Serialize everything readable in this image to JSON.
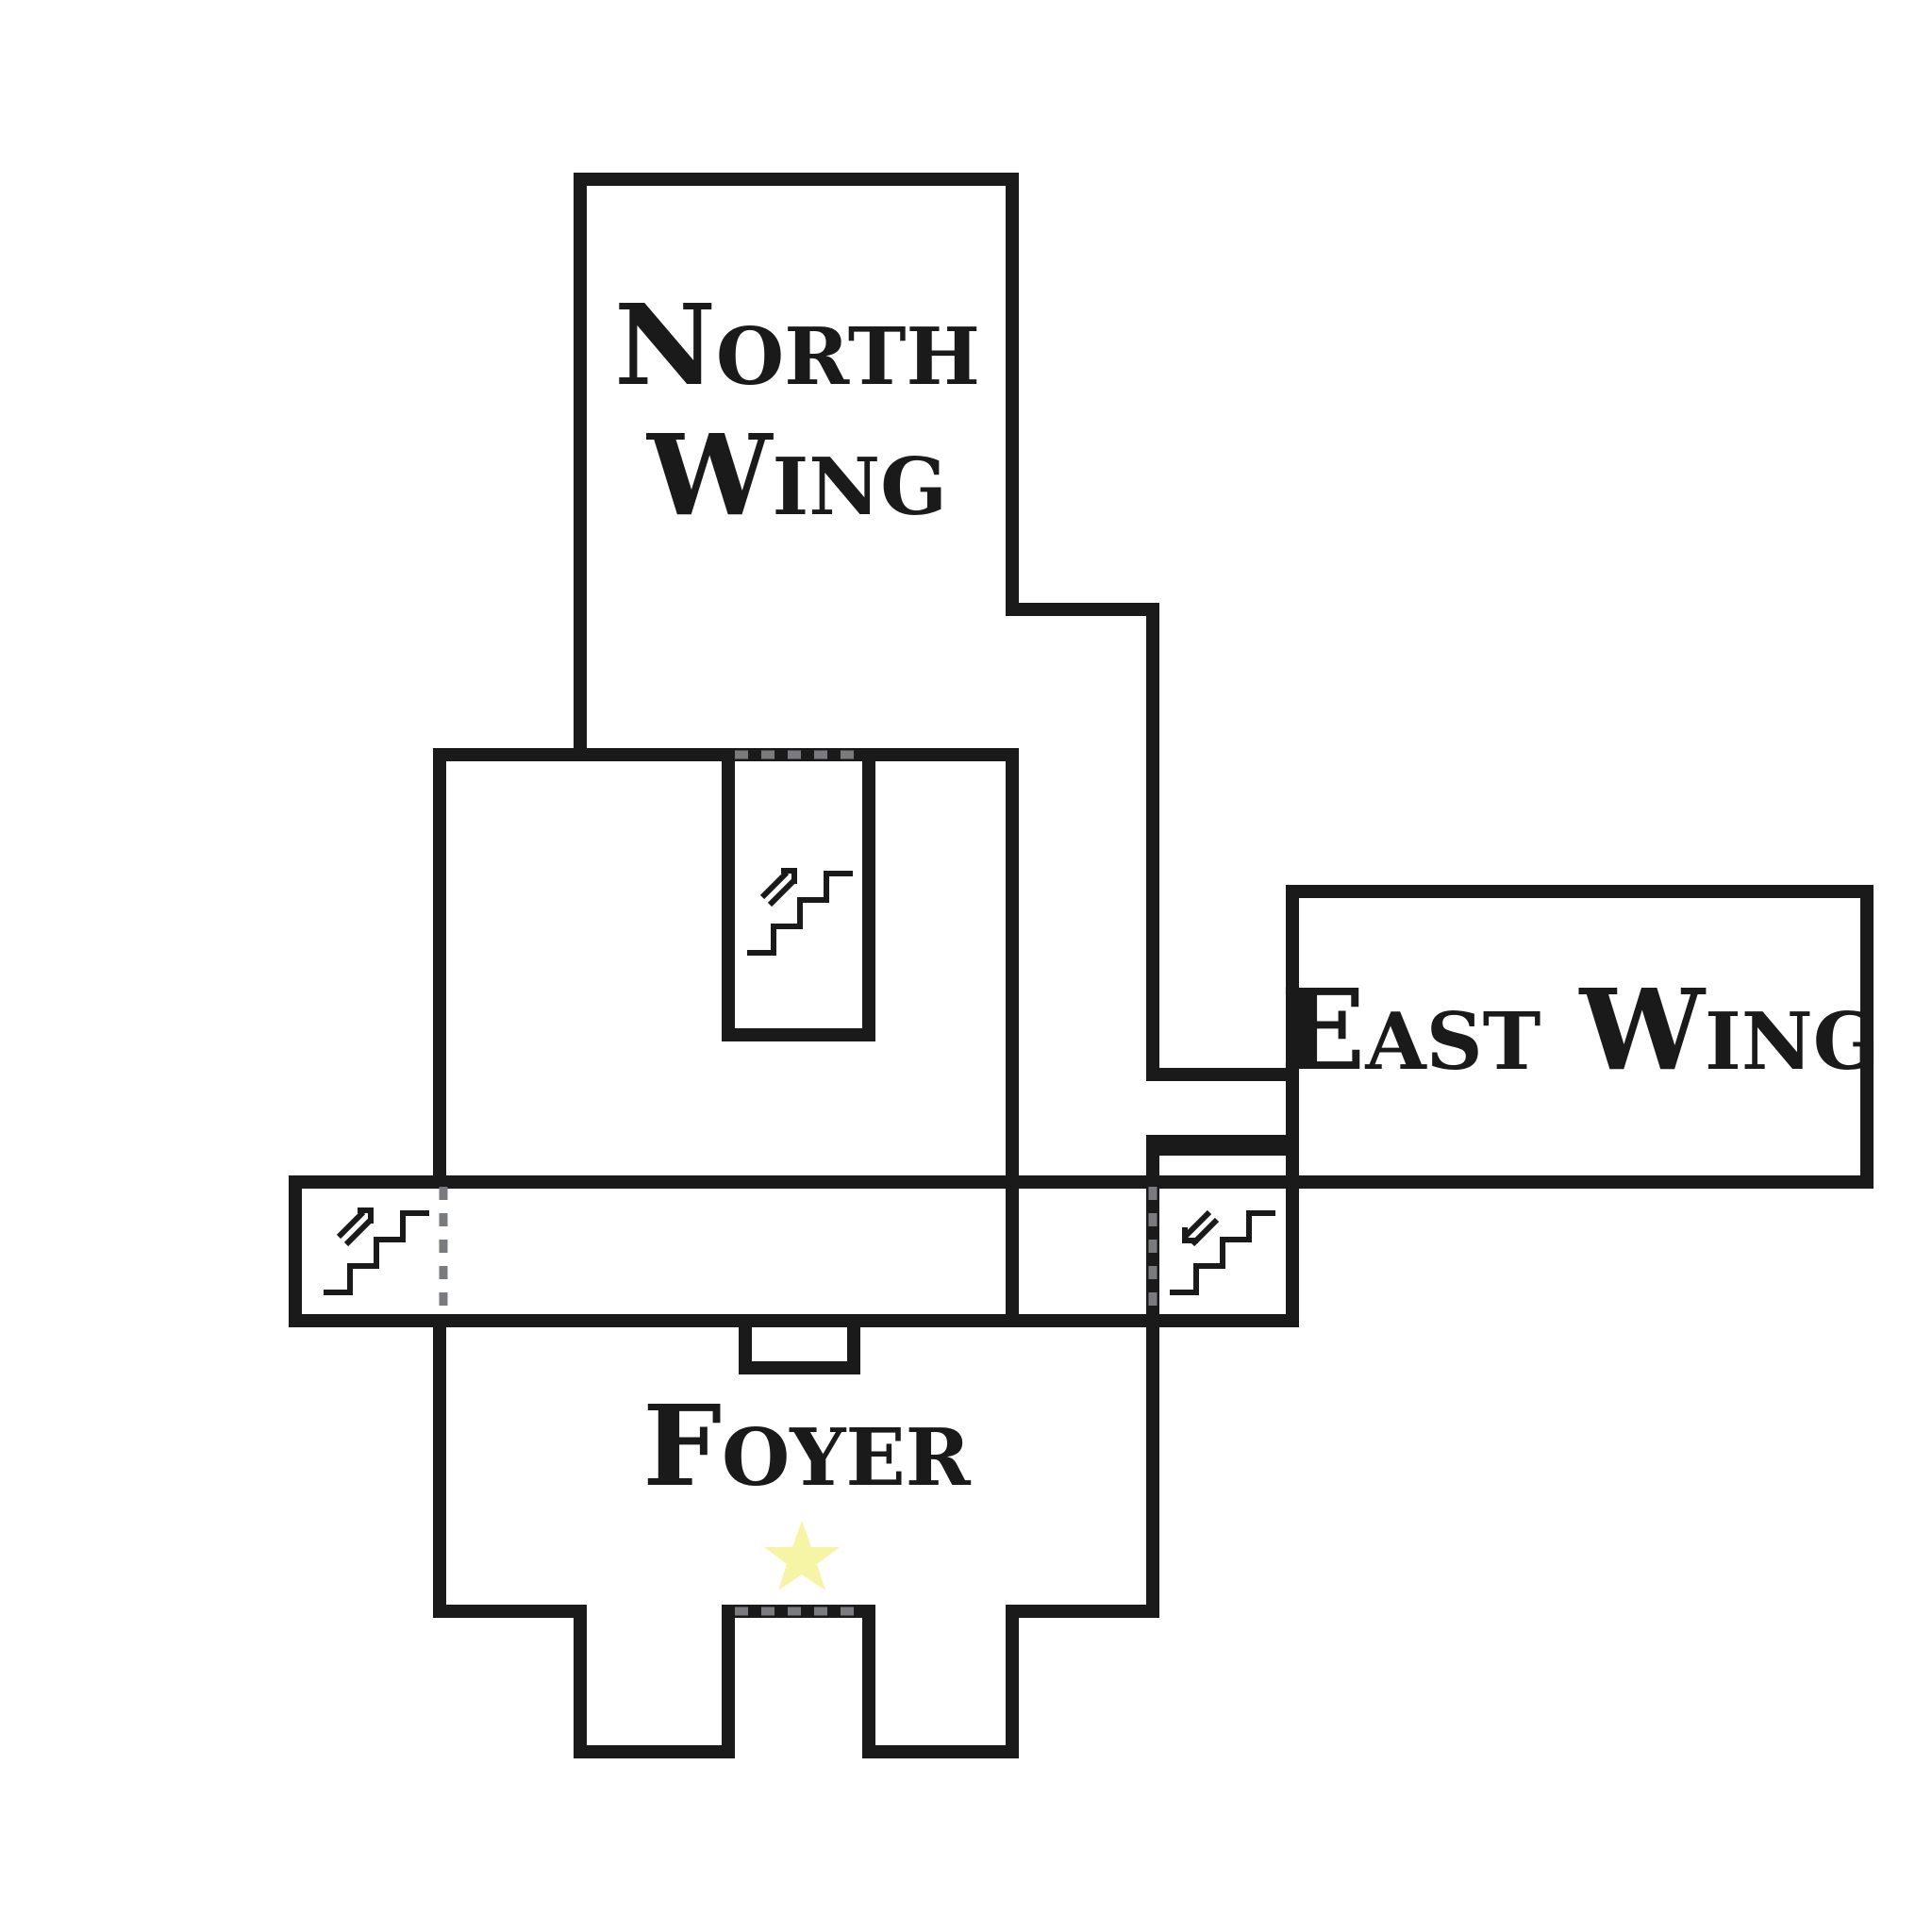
{
  "map": {
    "rooms": {
      "north_wing": {
        "label_line1": "North",
        "label_line2": "Wing"
      },
      "east_wing": {
        "label": "East Wing"
      },
      "foyer": {
        "label": "Foyer"
      }
    },
    "colors": {
      "background": "#ffffff",
      "light_room": "#eff0f2",
      "dark_room": "#dcdde0",
      "wall": "#1a1a1a",
      "door": "#7a7b7e",
      "marker_star": "#f6f4a5"
    },
    "icons": {
      "stairs": "stairs-icon",
      "marker": "star-icon"
    }
  }
}
